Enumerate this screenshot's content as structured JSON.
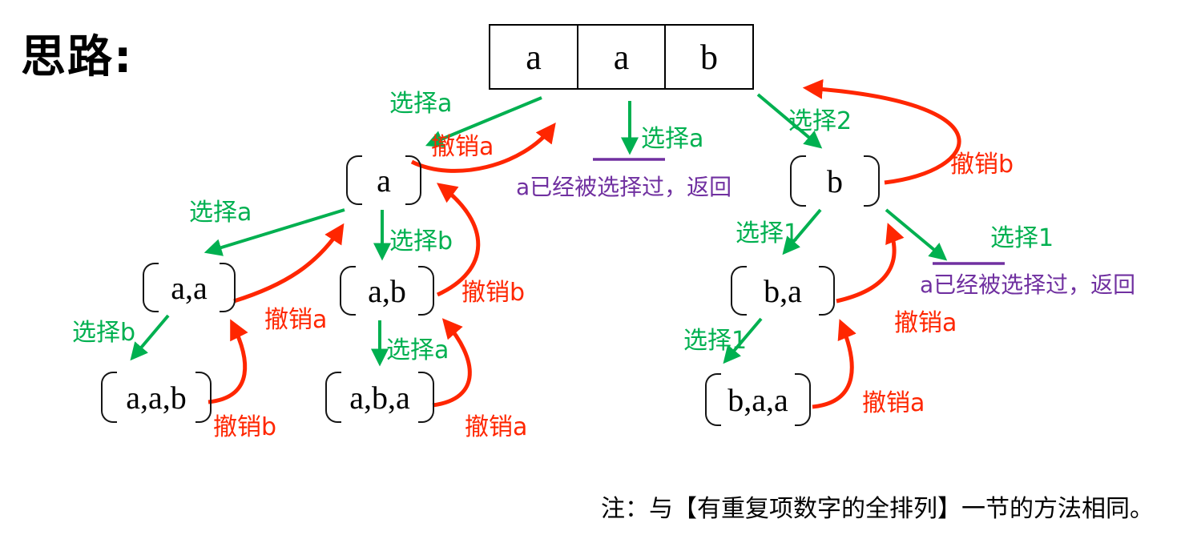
{
  "title": "思路:",
  "array": {
    "cells": [
      "a",
      "a",
      "b"
    ]
  },
  "nodes": {
    "a": {
      "text": "a"
    },
    "aa": {
      "text": "a,a"
    },
    "aab": {
      "text": "a,a,b"
    },
    "ab": {
      "text": "a,b"
    },
    "aba": {
      "text": "a,b,a"
    },
    "b": {
      "text": "b"
    },
    "ba": {
      "text": "b,a"
    },
    "baa": {
      "text": "b,a,a"
    }
  },
  "labels": {
    "choose_a_root_left": "选择a",
    "undo_a_root_left": "撤销a",
    "choose_a_root_mid": "选择a",
    "choose_2_root_right": "选择2",
    "undo_b_root_right": "撤销b",
    "prune_mid": "a已经被选择过，返回",
    "choose_a_a_to_aa": "选择a",
    "undo_a_aa_to_a": "撤销a",
    "choose_b_a_to_ab": "选择b",
    "undo_b_ab_to_a": "撤销b",
    "choose_b_aa_to_aab": "选择b",
    "undo_b_aab_to_aa": "撤销b",
    "choose_a_ab_to_aba": "选择a",
    "undo_a_aba_to_ab": "撤销a",
    "choose_1_b_to_ba": "选择1",
    "undo_a_ba_to_b": "撤销a",
    "choose_1_b_to_prune": "选择1",
    "prune_right": "a已经被选择过，返回",
    "choose_1_ba_to_baa": "选择1",
    "undo_a_baa_to_ba": "撤销a"
  },
  "note": "注：与【有重复项数字的全排列】一节的方法相同。",
  "colors": {
    "green": "#00b050",
    "red": "#ff2600",
    "purple": "#7030a0"
  }
}
